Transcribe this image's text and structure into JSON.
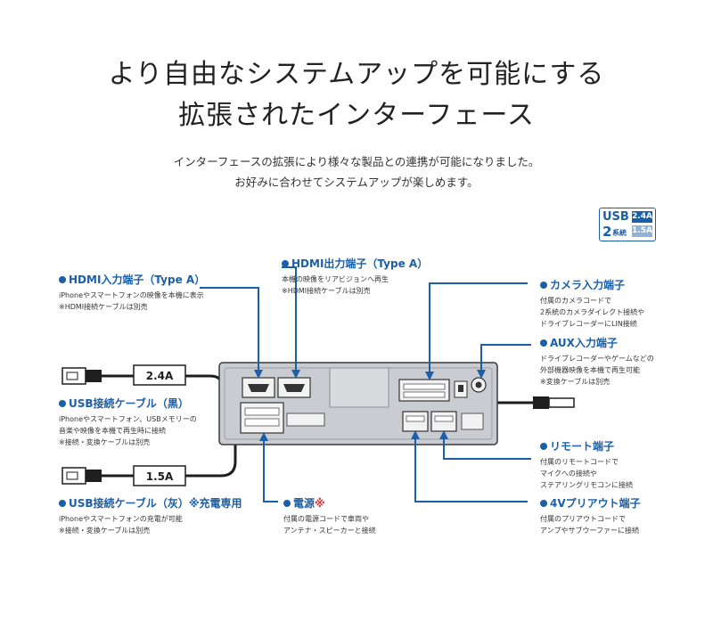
{
  "heading": {
    "line1": "より自由なシステムアップを可能にする",
    "line2": "拡張されたインターフェース"
  },
  "intro": {
    "line1": "インターフェースの拡張により様々な製品との連携が可能になりました。",
    "line2": "お好みに合わせてシステムアップが楽しめます。"
  },
  "badge": {
    "usb": "USB",
    "count": "2",
    "kei": "系統",
    "amp_high": "2.4A",
    "amp_low": "1.5A"
  },
  "callouts": {
    "hdmi_in": {
      "title": "HDMI入力端子（Type A）",
      "lines": [
        "iPhoneやスマートフォンの映像を本機に表示",
        "※HDMI接続ケーブルは別売"
      ]
    },
    "hdmi_out": {
      "title": "HDMI出力端子（Type A）",
      "lines": [
        "本機の映像をリアビジョンへ再生",
        "※HDMI接続ケーブルは別売"
      ]
    },
    "camera": {
      "title": "カメラ入力端子",
      "lines": [
        "付属のカメラコードで",
        "2系統のカメラダイレクト接続や",
        "ドライブレコーダーにLIN接続"
      ]
    },
    "aux": {
      "title": "AUX入力端子",
      "lines": [
        "ドライブレコーダーやゲームなどの",
        "外部機器映像を本機で再生可能",
        "※変換ケーブルは別売"
      ]
    },
    "usb_black": {
      "title": "USB接続ケーブル（黒）",
      "lines": [
        "iPhoneやスマートフォン、USBメモリーの",
        "音楽や映像を本機で再生時に接続",
        "※接続・変換ケーブルは別売"
      ]
    },
    "usb_gray": {
      "title": "USB接続ケーブル（灰）",
      "title_suffix": "※充電専用",
      "lines": [
        "iPhoneやスマートフォンの充電が可能",
        "※接続・変換ケーブルは別売"
      ]
    },
    "power": {
      "title": "電源",
      "title_mark": "※",
      "lines": [
        "付属の電源コードで車両や",
        "アンテナ・スピーカーと接続"
      ]
    },
    "remote": {
      "title": "リモート端子",
      "lines": [
        "付属のリモートコードで",
        "マイクへの接続や",
        "ステアリングリモコンに接続"
      ]
    },
    "preout": {
      "title": "4Vプリアウト端子",
      "lines": [
        "付属のプリアウトコードで",
        "アンプやサブウーファーに接続"
      ]
    }
  },
  "cable_labels": {
    "high": "2.4A",
    "low": "1.5A"
  },
  "colors": {
    "accent": "#1a5fa8",
    "mark_red": "#e0342a",
    "unit_body": "#c9cdd2",
    "cable": "#1e1e1e"
  }
}
